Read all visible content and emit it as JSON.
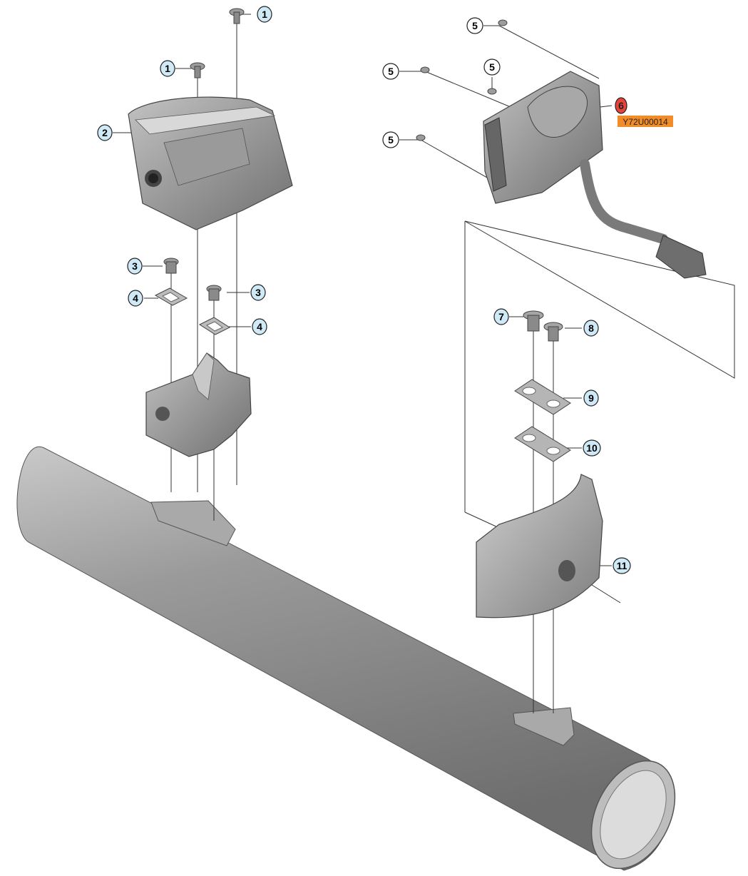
{
  "callouts": {
    "c1a": "1",
    "c1b": "1",
    "c2": "2",
    "c3a": "3",
    "c3b": "3",
    "c4a": "4",
    "c4b": "4",
    "c5a": "5",
    "c5b": "5",
    "c5c": "5",
    "c5d": "5",
    "c6": "6",
    "c7": "7",
    "c8": "8",
    "c9": "9",
    "c10": "10",
    "c11": "11"
  },
  "part_code": "Y72U00014",
  "colors": {
    "part_fill": "#8c8c8c",
    "part_light": "#b8b8b8",
    "part_dark": "#5e5e5e",
    "callout_standard": "#cfe9f6",
    "callout_highlight": "#e8433a",
    "code_badge": "#f28c28",
    "leader_line": "#333333"
  }
}
